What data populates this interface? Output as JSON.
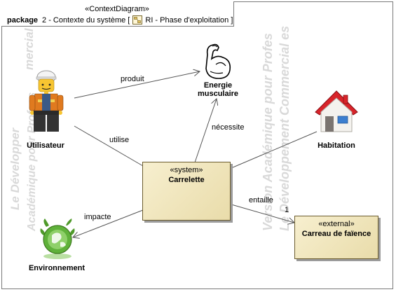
{
  "header": {
    "stereotype": "«ContextDiagram»",
    "keyword": "package",
    "title_prefix": "2 - Contexte du système [",
    "title_suffix": "RI - Phase d'exploitation ]"
  },
  "watermarks": [
    "Le Développer",
    "Version Académique pour Profes",
    "Le Développement Commercial es",
    "mercial es",
    "Académique pour Profess"
  ],
  "nodes": {
    "utilisateur": "Utilisateur",
    "energie_line1": "Energie",
    "energie_line2": "musculaire",
    "habitation": "Habitation",
    "environnement": "Environnement",
    "carrelette": {
      "stereotype": "«system»",
      "name": "Carrelette"
    },
    "carreau": {
      "stereotype": "«external»",
      "name": "Carreau de faïence"
    }
  },
  "links": {
    "produit": "produit",
    "utilise": "utilise",
    "necessite": "nécessite",
    "impacte": "impacte",
    "entaille": "entaille",
    "multiplicity": "1"
  },
  "colors": {
    "block_fill": "#efe3b8",
    "block_border": "#6b5c2e",
    "line": "#555555",
    "house_roof": "#d8242a",
    "earth_green": "#6cb33f"
  }
}
